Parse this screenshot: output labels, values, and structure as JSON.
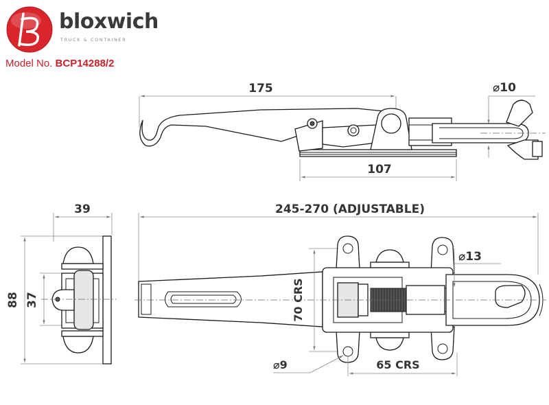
{
  "brand": {
    "name": "bloxwich",
    "tagline": "TRUCK & CONTAINER",
    "logo_color": "#d8262c"
  },
  "model": {
    "prefix": "Model No.",
    "number": "BCP14288/2",
    "color": "#c8202a"
  },
  "dimensions": {
    "top_length": "175",
    "top_pin_dia": "⌀10",
    "top_base": "107",
    "side_width": "39",
    "side_height": "88",
    "side_inner": "37",
    "main_length": "245-270 (ADJUSTABLE)",
    "hole_spacing_v": "70 CRS",
    "shackle_dia": "⌀13",
    "hole_dia": "⌀9",
    "hole_spacing_h": "65 CRS"
  }
}
